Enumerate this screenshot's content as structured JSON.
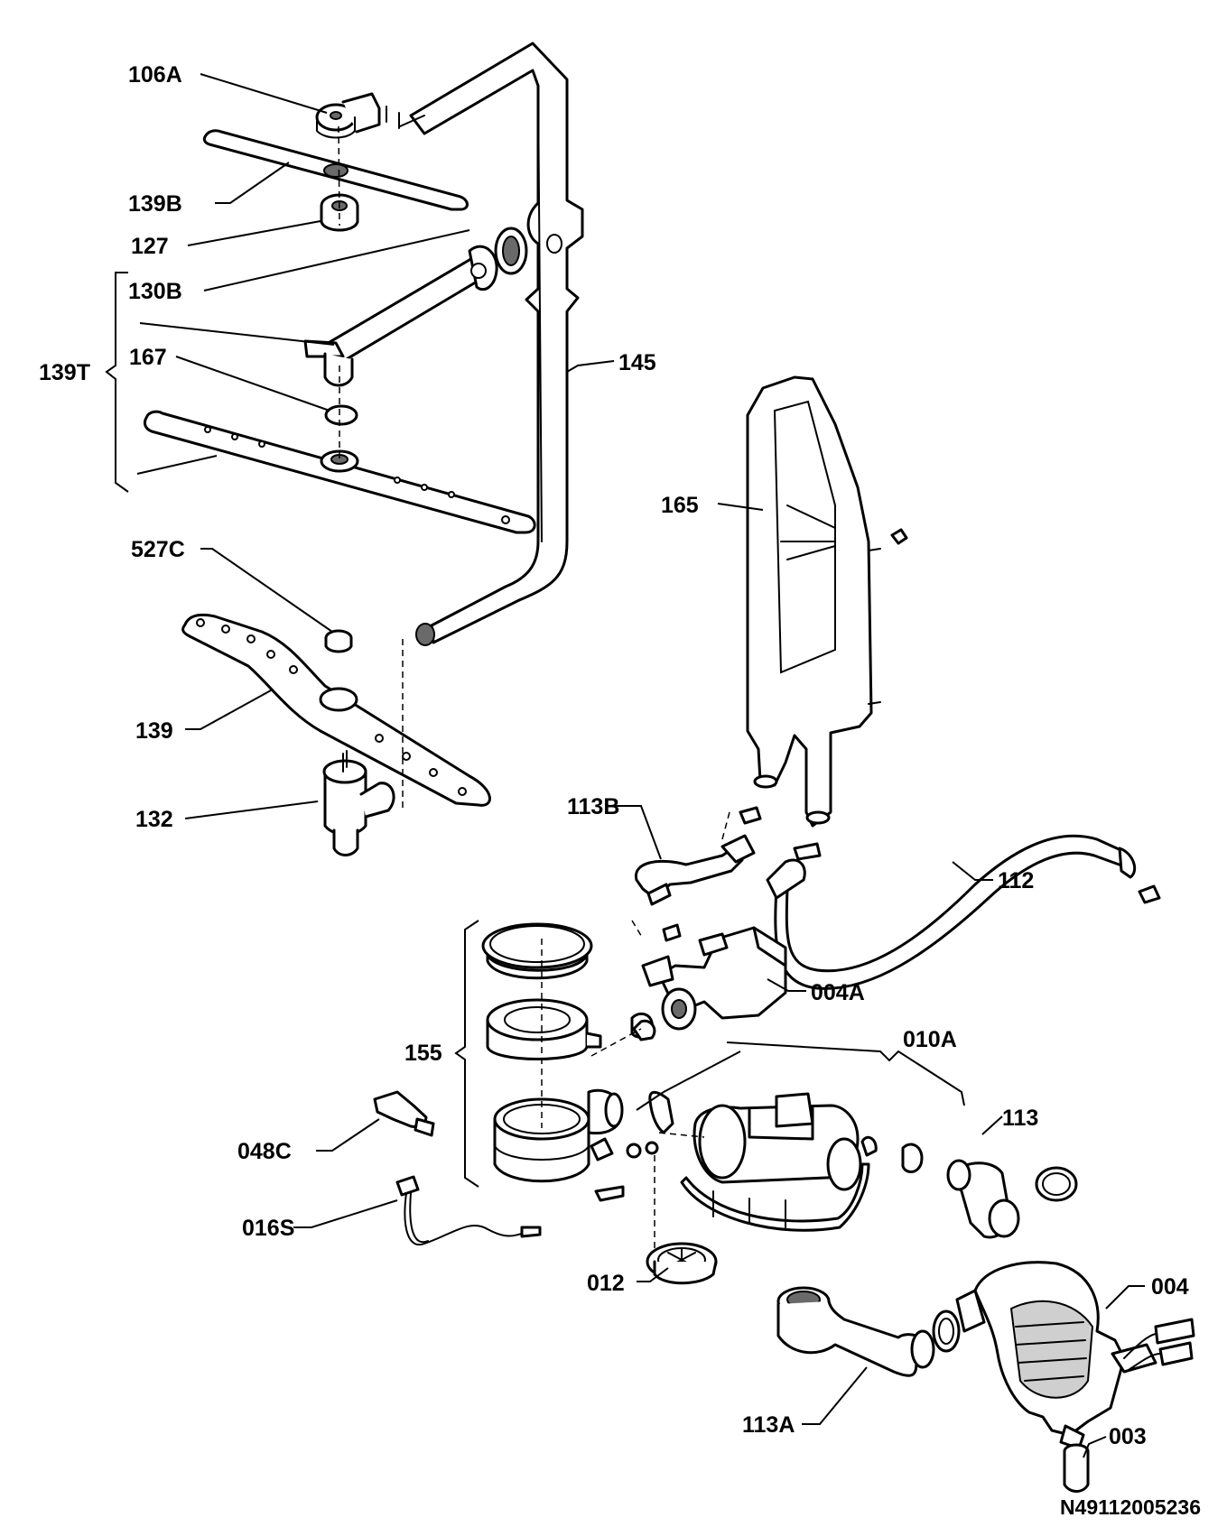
{
  "diagram": {
    "reference_code": "N49112005236",
    "callouts": [
      {
        "id": "106A",
        "label": "106A"
      },
      {
        "id": "139B",
        "label": "139B"
      },
      {
        "id": "127",
        "label": "127"
      },
      {
        "id": "130B",
        "label": "130B"
      },
      {
        "id": "139T",
        "label": "139T"
      },
      {
        "id": "167",
        "label": "167"
      },
      {
        "id": "145",
        "label": "145"
      },
      {
        "id": "165",
        "label": "165"
      },
      {
        "id": "527C",
        "label": "527C"
      },
      {
        "id": "139",
        "label": "139"
      },
      {
        "id": "132",
        "label": "132"
      },
      {
        "id": "113B",
        "label": "113B"
      },
      {
        "id": "112",
        "label": "112"
      },
      {
        "id": "004A",
        "label": "004A"
      },
      {
        "id": "155",
        "label": "155"
      },
      {
        "id": "010A",
        "label": "010A"
      },
      {
        "id": "113",
        "label": "113"
      },
      {
        "id": "048C",
        "label": "048C"
      },
      {
        "id": "016S",
        "label": "016S"
      },
      {
        "id": "012",
        "label": "012"
      },
      {
        "id": "004",
        "label": "004"
      },
      {
        "id": "113A",
        "label": "113A"
      },
      {
        "id": "003",
        "label": "003"
      }
    ]
  }
}
